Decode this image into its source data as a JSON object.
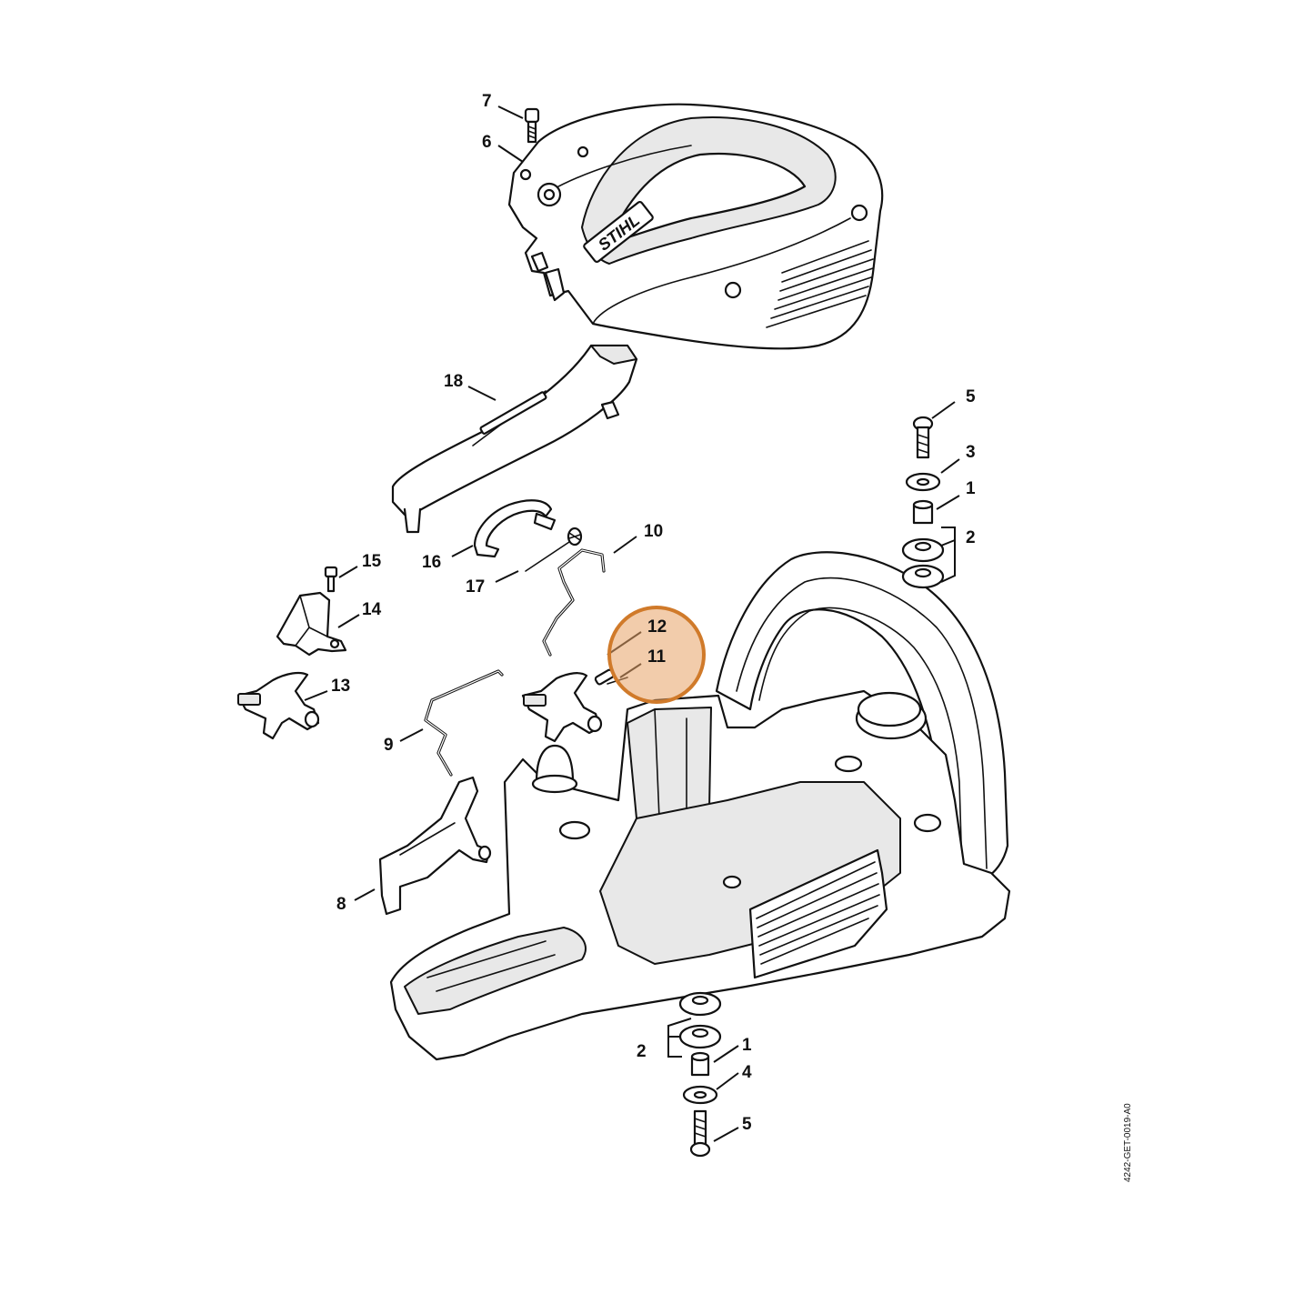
{
  "diagram": {
    "document_number": "4242-GET-0019-A0",
    "brand_mark": "STIHL",
    "callouts": {
      "c1_top": "1",
      "c1_bottom": "1",
      "c2_top": "2",
      "c2_bottom": "2",
      "c3": "3",
      "c4": "4",
      "c5_top": "5",
      "c5_bottom": "5",
      "c6": "6",
      "c7": "7",
      "c8": "8",
      "c9": "9",
      "c10": "10",
      "c11": "11",
      "c12": "12",
      "c13": "13",
      "c14": "14",
      "c15": "15",
      "c16": "16",
      "c17": "17",
      "c18": "18"
    },
    "highlight": {
      "color": "#e8a366",
      "ring_color": "#d07a2a",
      "marks_parts": [
        "12",
        "11"
      ]
    }
  }
}
